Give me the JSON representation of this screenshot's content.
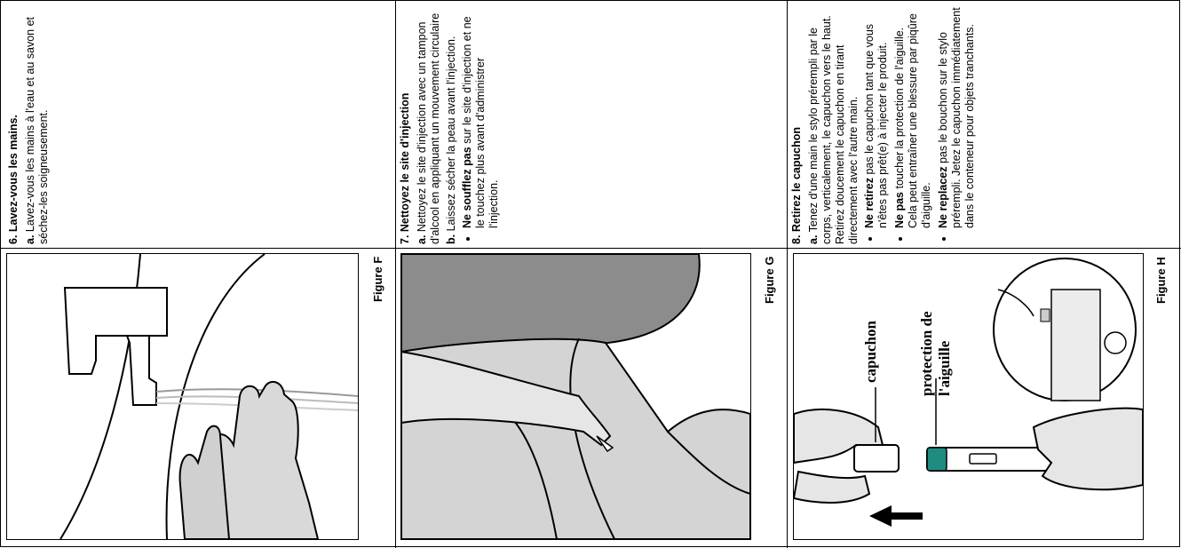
{
  "steps": [
    {
      "title": "6. Lavez-vous les mains.",
      "para_a_prefix": "a.",
      "para_a": "Lavez-vous les mains à l'eau et au savon et séchez-les soigneusement.",
      "figure": "Figure F"
    },
    {
      "title": "7. Nettoyez le site d'injection",
      "para_a_prefix": "a.",
      "para_a": "Nettoyez le site d'injection avec un tampon d'alcool en appliquant un mouvement circulaire",
      "para_b_prefix": "b.",
      "para_b": "Laissez sécher la peau avant l'injection.",
      "bullet1_bold": "Ne soufflez pas",
      "bullet1": "sur le site d'injection et ne le touchez plus avant d'administrer l'injection.",
      "figure": "Figure G"
    },
    {
      "title": "8. Retirez le capuchon",
      "para_a_prefix": "a.",
      "para_a": "Tenez d'une main le stylo prérempli par le corps, verticalement, le capuchon vers le haut. Retirez doucement le capuchon en tirant directement avec l'autre main.",
      "bullet1_bold": "Ne retirez",
      "bullet1": "pas le capuchon tant que vous n'êtes pas prêt(e) à injecter le produit.",
      "bullet2_bold": "Ne pas",
      "bullet2": "toucher la protection de l'aiguille. Cela peut entraîner une blessure par piqûre d'aiguille.",
      "bullet3_bold": "Ne replacez",
      "bullet3": "pas le bouchon sur le stylo prérempli. Jetez le capuchon immédiatement dans le conteneur pour objets tranchants.",
      "figure": "Figure H",
      "callout_cap": "capuchon",
      "callout_guard_1": "protection de",
      "callout_guard_2": "l'aiguille"
    }
  ]
}
